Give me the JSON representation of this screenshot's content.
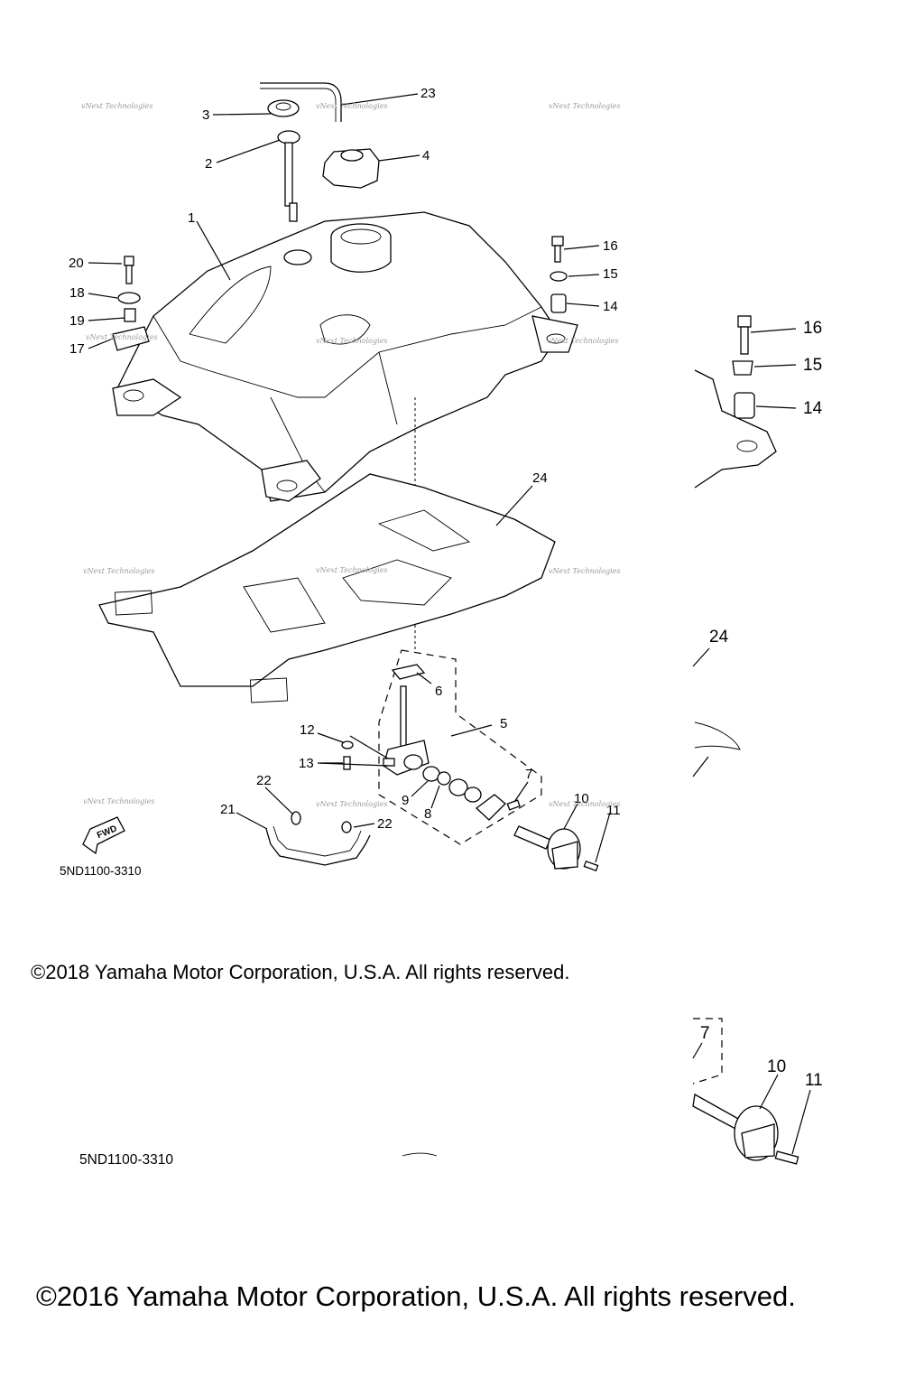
{
  "diagram": {
    "callouts": {
      "c1": "1",
      "c2": "2",
      "c3": "3",
      "c4": "4",
      "c5": "5",
      "c6": "6",
      "c7": "7",
      "c8": "8",
      "c9": "9",
      "c10": "10",
      "c11": "11",
      "c12": "12",
      "c13": "13",
      "c14": "14",
      "c15": "15",
      "c16": "16",
      "c17": "17",
      "c18": "18",
      "c19": "19",
      "c20": "20",
      "c21": "21",
      "c22a": "22",
      "c22b": "22",
      "c23": "23",
      "c24": "24"
    },
    "inset_callouts": {
      "c16": "16",
      "c15": "15",
      "c14": "14",
      "c24": "24",
      "c7": "7",
      "c10": "10",
      "c11": "11"
    },
    "fwd_label": "FWD",
    "watermark": "vNext Technologies",
    "diagram_code_top": "5ND1100-3310",
    "diagram_code_bottom": "5ND1100-3310"
  },
  "footer": {
    "copyright_2018": "©2018 Yamaha Motor Corporation, U.S.A. All rights reserved.",
    "copyright_2016": "©2016 Yamaha Motor Corporation, U.S.A. All rights reserved."
  }
}
